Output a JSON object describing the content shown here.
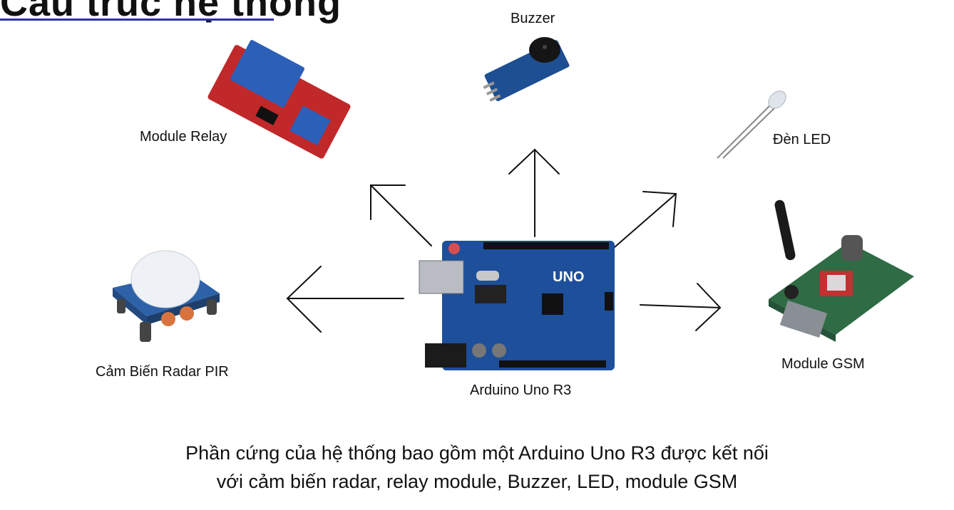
{
  "title": "Cấu trúc hệ thống",
  "center": {
    "label": "Arduino Uno R3",
    "board_text": "UNO"
  },
  "components": {
    "relay": "Module Relay",
    "buzzer": "Buzzer",
    "led": "Đèn LED",
    "pir": "Cảm Biến Radar PIR",
    "gsm": "Module GSM"
  },
  "caption": {
    "line1": "Phần cứng của hệ thống bao gồm một Arduino Uno R3 được kết nối",
    "line2": "với cảm biến radar, relay module, Buzzer, LED, module GSM"
  },
  "colors": {
    "accent_underline": "#2f2fb4",
    "arduino_blue": "#1d4f9a",
    "relay_red": "#c0282a",
    "relay_blue": "#2c5fb8",
    "buzzer_blue": "#1e4f92",
    "gsm_green": "#2f6b45",
    "pir_blue": "#2e62a8"
  }
}
